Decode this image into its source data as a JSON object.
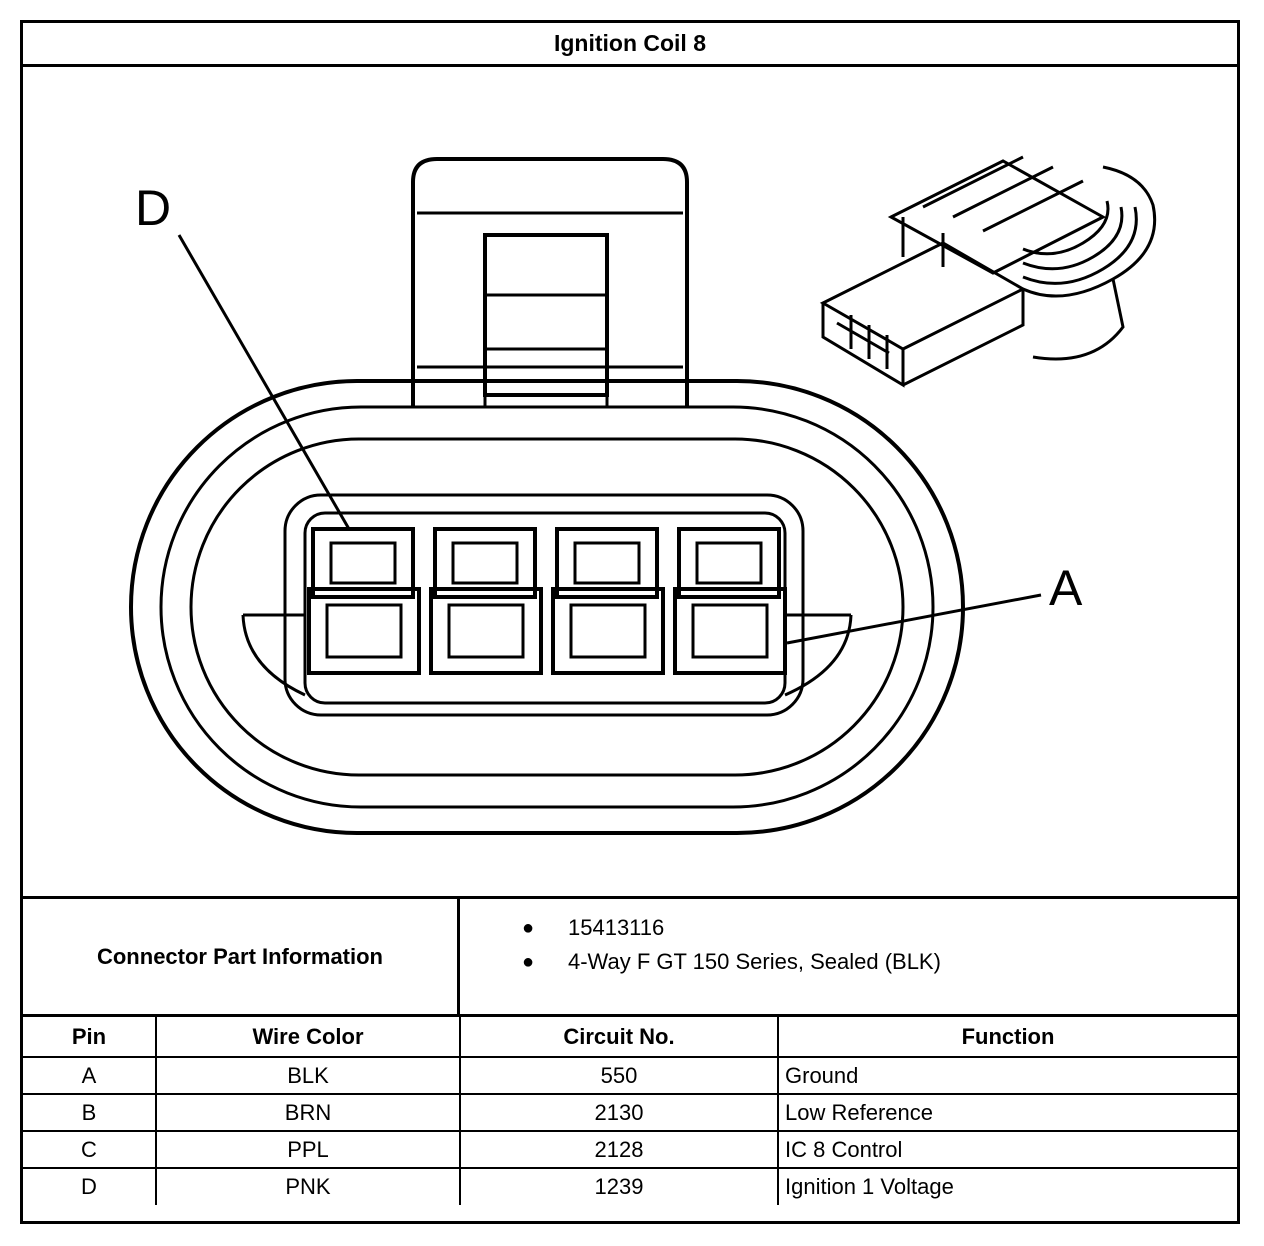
{
  "title": "Ignition Coil 8",
  "diagram": {
    "label_d": "D",
    "label_a": "A"
  },
  "part_info": {
    "label": "Connector Part Information",
    "items": [
      "15413116",
      "4-Way F GT 150 Series, Sealed (BLK)"
    ],
    "bullet": "●"
  },
  "table": {
    "headers": [
      "Pin",
      "Wire Color",
      "Circuit No.",
      "Function"
    ],
    "rows": [
      {
        "pin": "A",
        "wire_color": "BLK",
        "circuit": "550",
        "function": "Ground"
      },
      {
        "pin": "B",
        "wire_color": "BRN",
        "circuit": "2130",
        "function": "Low Reference"
      },
      {
        "pin": "C",
        "wire_color": "PPL",
        "circuit": "2128",
        "function": "IC 8 Control"
      },
      {
        "pin": "D",
        "wire_color": "PNK",
        "circuit": "1239",
        "function": "Ignition 1 Voltage"
      }
    ]
  }
}
